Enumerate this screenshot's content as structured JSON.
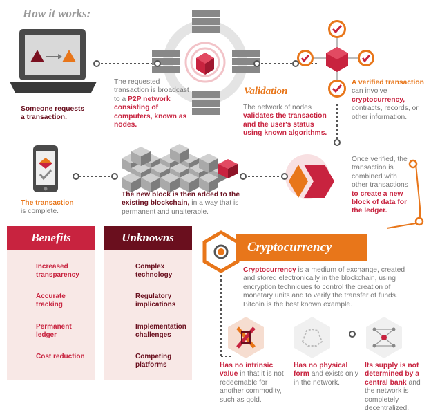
{
  "header": {
    "title": "How it works:"
  },
  "steps": {
    "request": {
      "bold": "Someone requests",
      "bold2": "a transaction."
    },
    "broadcast": {
      "pre": "The requested transaction is broadcast to a ",
      "bold": "P2P network consisting of computers, known as nodes."
    },
    "validation": {
      "title": "Validation",
      "pre": "The network of nodes ",
      "bold": "validates the transaction and the user's status using known algorithms."
    },
    "verified": {
      "bold": "A verified transaction",
      "pre": " can involve ",
      "bold2": "cryptocurrency,",
      "post": " contracts, records, or other information."
    },
    "combined": {
      "pre": "Once verified, the transaction is combined with other transactions ",
      "bold": "to create a new block of data for the ledger."
    },
    "added": {
      "bold": "The new block is then added to the existing blockchain,",
      "post": " in a way that is permanent and unalterable."
    },
    "complete": {
      "bold": "The transaction",
      "post": " is complete."
    }
  },
  "benefits": {
    "title": "Benefits",
    "items": [
      {
        "label": "Increased transparency",
        "icon": "eye-icon"
      },
      {
        "label": "Accurate tracking",
        "icon": "crosshair-icon"
      },
      {
        "label": "Permanent ledger",
        "icon": "infinity-icon"
      },
      {
        "label": "Cost reduction",
        "icon": "bar-chart-icon"
      }
    ]
  },
  "unknowns": {
    "title": "Unknowns",
    "items": [
      {
        "label": "Complex technology",
        "icon": "gears-icon"
      },
      {
        "label": "Regulatory implications",
        "icon": "arrows-icon"
      },
      {
        "label": "Implementation challenges",
        "icon": "cone-icon"
      },
      {
        "label": "Competing platforms",
        "icon": "cycle-icon"
      }
    ]
  },
  "cryptocurrency": {
    "title": "Cryptocurrency",
    "bold": "Cryptocurrency",
    "text": " is a medium of exchange, created and stored electronically in the blockchain, using encryption techniques to control the creation of monetary units and to verify the transfer of funds. Bitcoin is the best known example.",
    "facts": [
      {
        "bold": "Has no intrinsic value",
        "post": " in that it is not redeemable for another commodity, such as gold."
      },
      {
        "bold": "Has no physical form",
        "post": " and exists only in the network."
      },
      {
        "bold": "Its supply is not determined by a central bank",
        "post": " and the network is completely decentralized."
      }
    ]
  },
  "colors": {
    "red": "#c8233f",
    "orange": "#e8761a",
    "dark_red": "#6a0f1e",
    "gray": "#777777",
    "panel": "#f8e8e6"
  }
}
